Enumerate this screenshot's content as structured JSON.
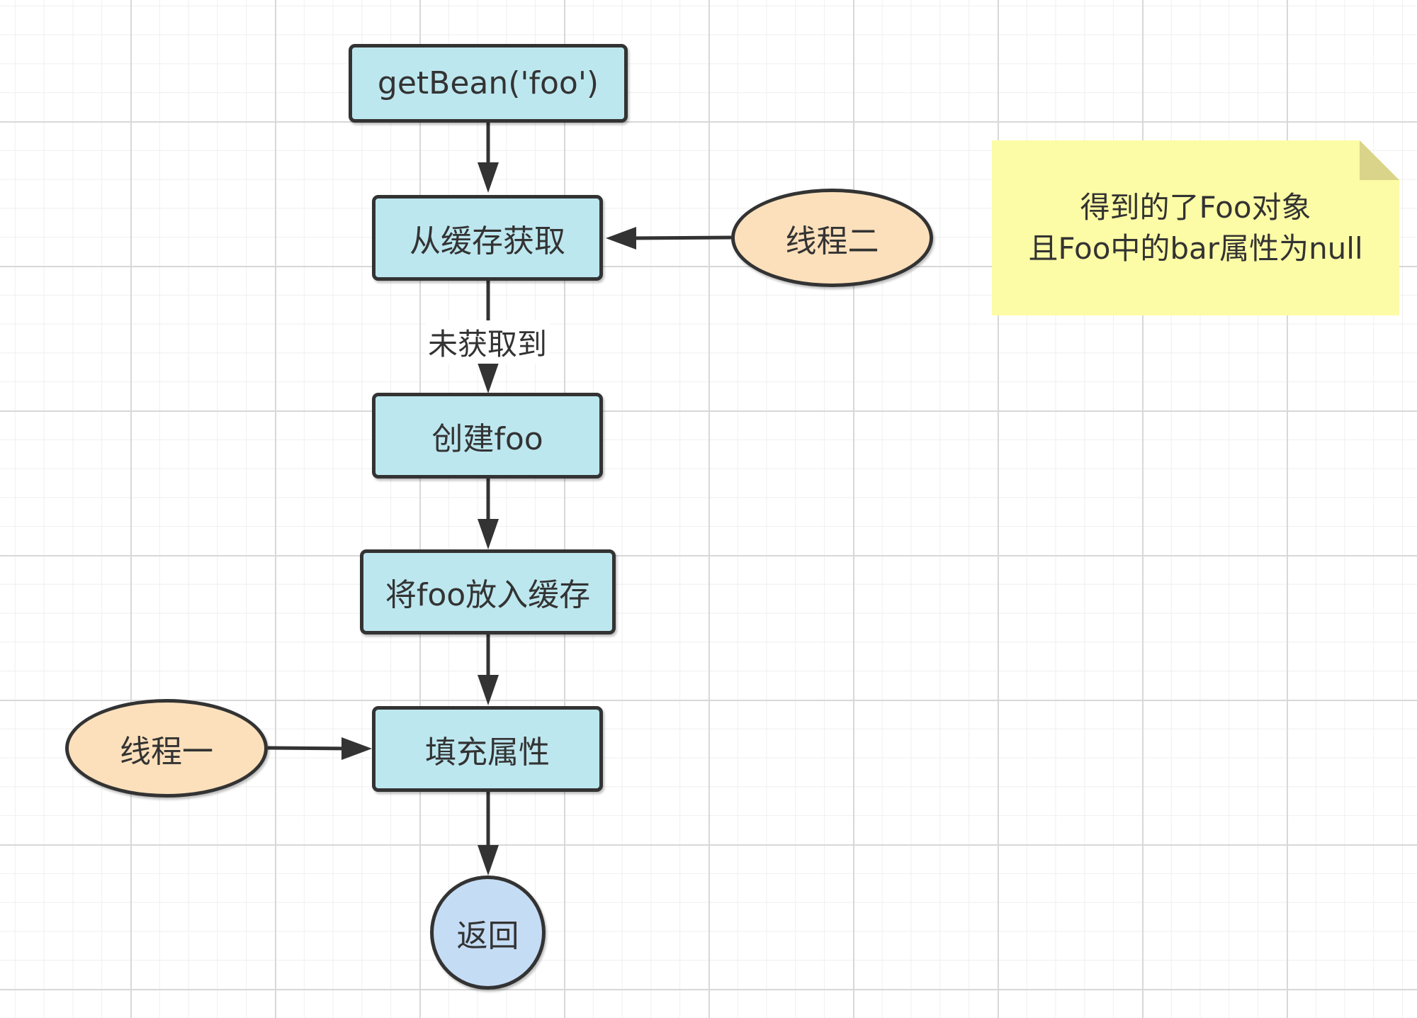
{
  "nodes": {
    "getbean": "getBean('foo')",
    "cache_get": "从缓存获取",
    "create": "创建foo",
    "put_cache": "将foo放入缓存",
    "fill": "填充属性",
    "return": "返回",
    "thread_two": "线程二",
    "thread_one": "线程一"
  },
  "edge_labels": {
    "not_found": "未获取到"
  },
  "note": {
    "line1": "得到的了Foo对象",
    "line2": "且Foo中的bar属性为null"
  },
  "colors": {
    "process_fill": "#bde7ef",
    "thread_fill": "#fbe0bb",
    "end_fill": "#c5dcf5",
    "note_fill": "#fdfca6",
    "stroke": "#333333"
  }
}
